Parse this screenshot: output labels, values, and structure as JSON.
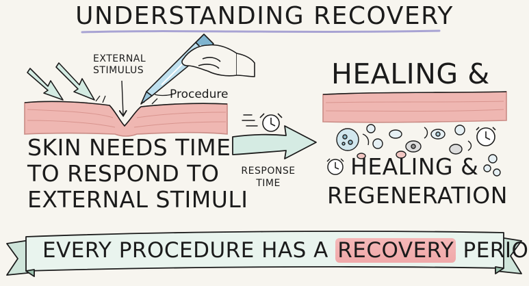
{
  "title": "UNDERSTANDING RECOVERY",
  "left_panel": {
    "stimulus_label_line1": "EXTERNAL",
    "stimulus_label_line2": "STIMULUS",
    "procedure_label": "Procedure",
    "caption_lines": [
      "SKIN NEEDS TIME",
      "TO RESPOND TO",
      "EXTERNAL STIMULI"
    ]
  },
  "arrow": {
    "label_line1": "RESPONSE",
    "label_line2": "TIME"
  },
  "right_panel": {
    "heading": "HEALING &",
    "caption_line1": "HEALING &",
    "caption_line2": "REGENERATION"
  },
  "banner": {
    "prefix": "EVERY PROCEDURE HAS A",
    "highlight": "RECOVERY",
    "suffix": "PERIOD"
  },
  "colors": {
    "skin_pink": "#efb7b2",
    "skin_line": "#c98b85",
    "arrow_mint": "#d5ebe3",
    "banner_fill": "#e9f4ee",
    "highlight_pink": "#f2acac",
    "title_underline": "#a8a3d3"
  }
}
